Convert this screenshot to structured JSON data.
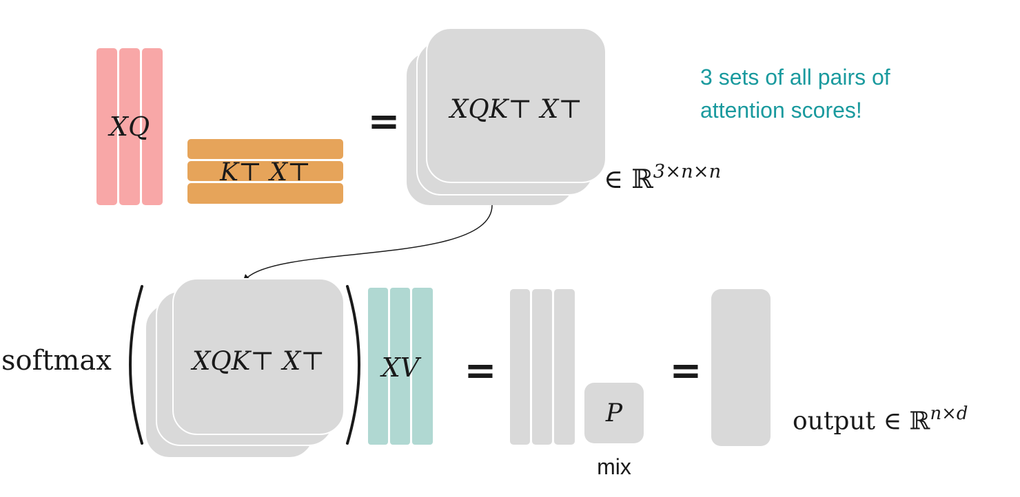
{
  "top": {
    "xq_label": "XQ",
    "kt_label": "K⊤ X⊤",
    "equals": "=",
    "scores_label": "XQK⊤ X⊤",
    "domain_symbol": "∈ ℝ",
    "domain_exponent": "3×n×n",
    "note_line1": "3 sets of all pairs of",
    "note_line2": "attention scores!"
  },
  "bottom": {
    "softmax_label": "softmax",
    "scores_label": "XQK⊤ X⊤",
    "xv_label": "XV",
    "equals_1": "=",
    "p_label": "P",
    "mix_label": "mix",
    "equals_2": "=",
    "output_prefix": "output ∈ ℝ",
    "output_exponent": "n×d"
  },
  "colors": {
    "query": "#f8a7a7",
    "key": "#e6a45a",
    "value": "#b0d8d2",
    "matrix_gray": "#d9d9d9",
    "note_teal": "#1a9a9e"
  }
}
